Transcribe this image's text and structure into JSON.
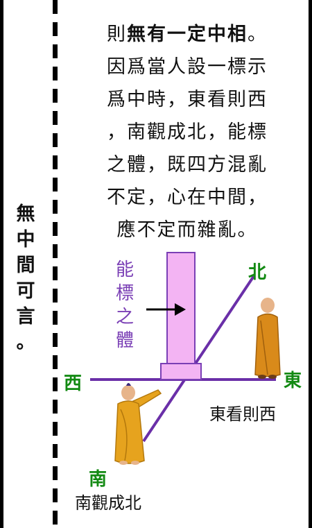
{
  "side_title": [
    "無",
    "中",
    "間",
    "可",
    "言",
    "。"
  ],
  "text_lines": [
    {
      "pre": "則",
      "bold": "無有一定中相",
      "post": "。"
    },
    {
      "pre": "因爲當人設一標示",
      "bold": "",
      "post": ""
    },
    {
      "pre": "爲中時，東看則西",
      "bold": "",
      "post": ""
    },
    {
      "pre": "，南觀成北，能標",
      "bold": "",
      "post": ""
    },
    {
      "pre": "之體，既四方混亂",
      "bold": "",
      "post": ""
    },
    {
      "pre": "不定，心在中間，",
      "bold": "",
      "post": ""
    },
    {
      "pre": "應不定而雜亂。",
      "bold": "",
      "post": ""
    }
  ],
  "pillar_label": [
    "能",
    "標",
    "之",
    "體"
  ],
  "directions": {
    "north": "北",
    "south": "南",
    "east": "東",
    "west": "西"
  },
  "captions": {
    "east_view": "東看則西",
    "south_view": "南觀成北"
  },
  "colors": {
    "pillar_fill": "#f3b4f3",
    "pillar_stroke": "#7a3fb5",
    "axis_line": "#6a2fa8",
    "direction_green": "#138a13",
    "robe_gold": "#e6a31e",
    "robe_orange": "#d98a1a"
  }
}
